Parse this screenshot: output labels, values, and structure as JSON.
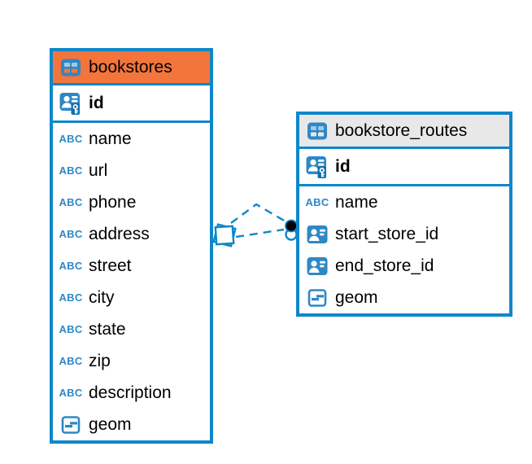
{
  "diagram": {
    "tables": [
      {
        "name": "bookstores",
        "header_style": "orange",
        "primary_key": {
          "label": "id"
        },
        "columns": [
          {
            "label": "name",
            "type": "text"
          },
          {
            "label": "url",
            "type": "text"
          },
          {
            "label": "phone",
            "type": "text"
          },
          {
            "label": "address",
            "type": "text"
          },
          {
            "label": "street",
            "type": "text"
          },
          {
            "label": "city",
            "type": "text"
          },
          {
            "label": "state",
            "type": "text"
          },
          {
            "label": "zip",
            "type": "text"
          },
          {
            "label": "description",
            "type": "text"
          },
          {
            "label": "geom",
            "type": "geometry"
          }
        ]
      },
      {
        "name": "bookstore_routes",
        "header_style": "gray",
        "primary_key": {
          "label": "id"
        },
        "columns": [
          {
            "label": "name",
            "type": "text"
          },
          {
            "label": "start_store_id",
            "type": "reference"
          },
          {
            "label": "end_store_id",
            "type": "reference"
          },
          {
            "label": "geom",
            "type": "geometry"
          }
        ]
      }
    ],
    "relationship": {
      "from_table": "bookstores",
      "to_table": "bookstore_routes",
      "line_style": "dashed",
      "from_marker": "diamond-pair",
      "to_marker": "dot-pair",
      "line_count": 2
    },
    "icons": {
      "text_type_glyph": "ABC",
      "table_icon": "table-grid",
      "primary_key_icon": "person-key",
      "reference_icon": "person-card",
      "geometry_icon": "box-dash"
    },
    "colors": {
      "accent_blue": "#0E87C9",
      "icon_blue": "#2E88C6",
      "key_tab_blue": "#1170B0",
      "orange_header": "#F4753C",
      "gray_header": "#E8E8E8",
      "connector_dot": "#000000",
      "background": "#FFFFFF"
    }
  }
}
